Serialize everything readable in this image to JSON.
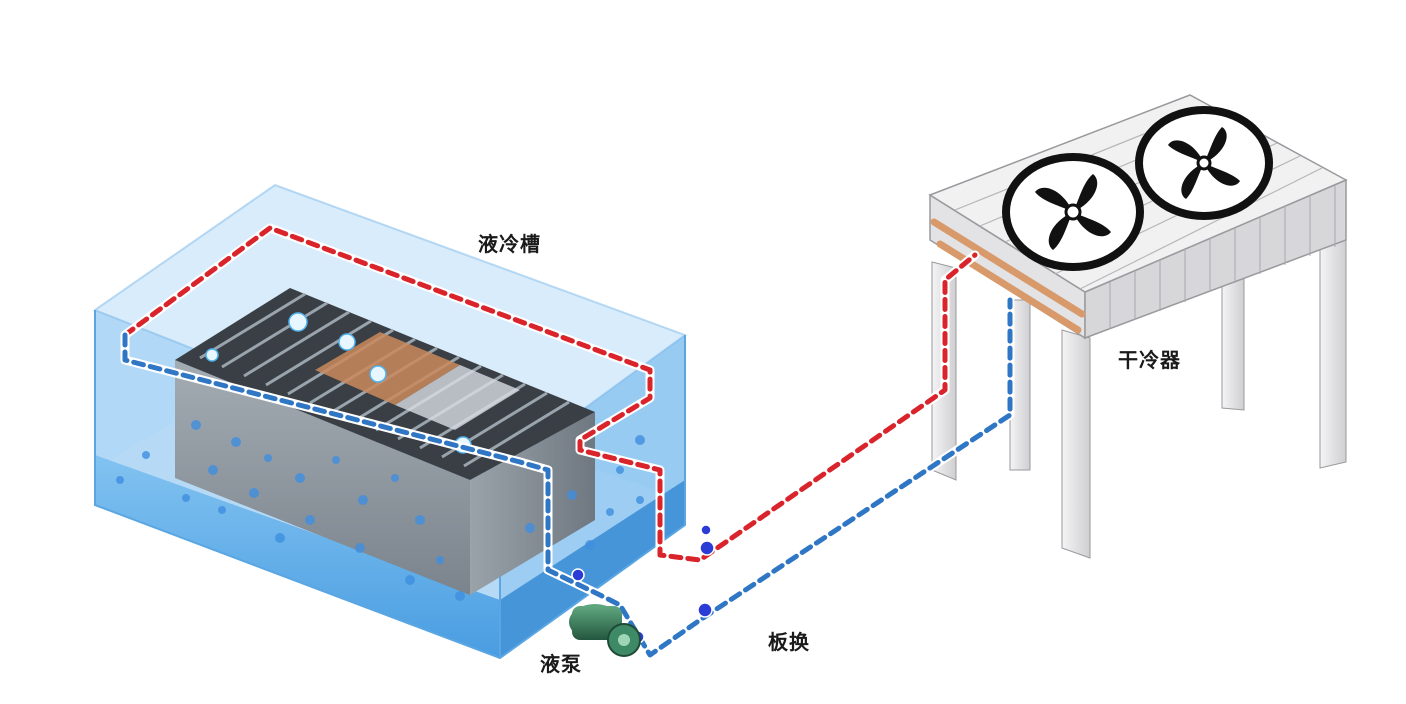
{
  "labels": {
    "tank": "液冷槽",
    "dry_cooler": "干冷器",
    "pump": "液泵",
    "plate_hx": "板换"
  },
  "colors": {
    "background": "#ffffff",
    "tank_liquid": "#4aa3e6",
    "tank_glass": "#b9dcf7",
    "hot_line": "#d9242b",
    "cold_line": "#2f76c4",
    "server_body": "#8c949c",
    "dry_cooler_frame": "#e9e9ea",
    "fan_ring": "#111111",
    "heat_pipe": "#d99a6a"
  },
  "icons": {
    "fan": "fan-icon",
    "pump": "pump-icon",
    "valve": "valve-icon"
  }
}
